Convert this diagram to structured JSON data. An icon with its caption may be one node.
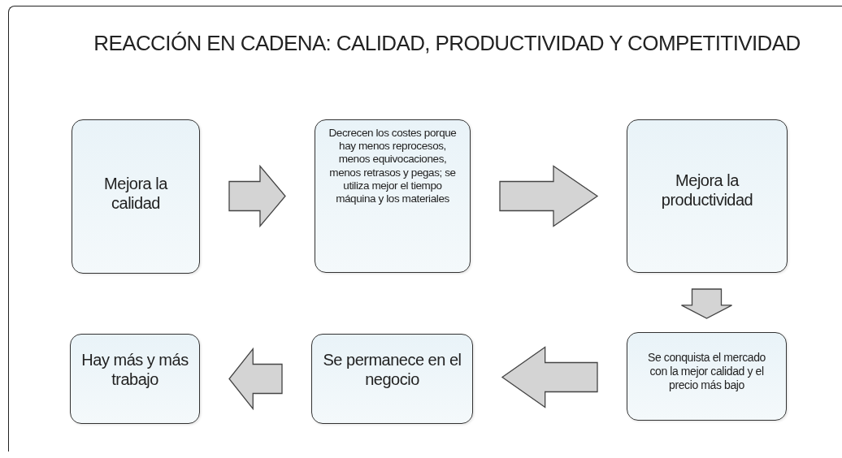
{
  "diagram": {
    "title": "REACCIÓN EN CADENA: CALIDAD, PRODUCTIVIDAD Y COMPETITIVIDAD",
    "nodes": [
      {
        "text": [
          "Mejora la calidad"
        ]
      },
      {
        "text": [
          "Decrecen los costes porque hay menos reprocesos, menos equivocaciones, menos retrasos y pegas; se utiliza mejor el tiempo máquina y los materiales"
        ]
      },
      {
        "text": [
          "Mejora la productividad"
        ]
      },
      {
        "text": [
          "Se conquista el mercado con la mejor calidad y el precio más bajo"
        ]
      },
      {
        "text": [
          "Se permanece en el negocio"
        ]
      },
      {
        "text": [
          "Hay más y más trabajo"
        ]
      }
    ],
    "edges": [
      {
        "from": 0,
        "to": 1,
        "arrow": "to"
      },
      {
        "from": 1,
        "to": 2,
        "arrow": "to"
      },
      {
        "from": 2,
        "to": 3,
        "arrow": "to"
      },
      {
        "from": 3,
        "to": 4,
        "arrow": "to"
      },
      {
        "from": 4,
        "to": 5,
        "arrow": "to"
      }
    ]
  }
}
